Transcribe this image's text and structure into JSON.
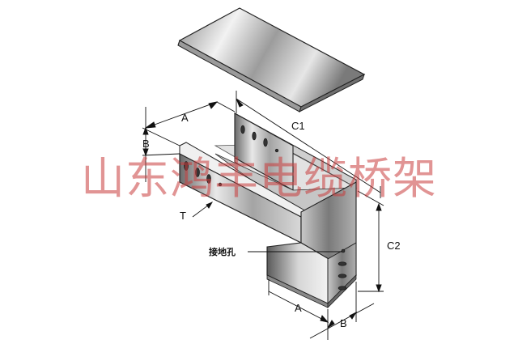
{
  "labels": {
    "dim_a_top": "A",
    "dim_b_left": "B",
    "dim_c1": "C1",
    "dim_c2": "C2",
    "dim_t": "T",
    "dim_a_bottom": "A",
    "dim_b_bottom": "B",
    "ground_hole": "接地孔"
  },
  "watermark": "山东鸿丰电缆桥架",
  "colors": {
    "metal_light": "#f4f4f4",
    "metal_mid": "#b8b8b8",
    "metal_dark": "#6e6e6e",
    "outline": "#222222",
    "watermark": "#c83c3c"
  }
}
